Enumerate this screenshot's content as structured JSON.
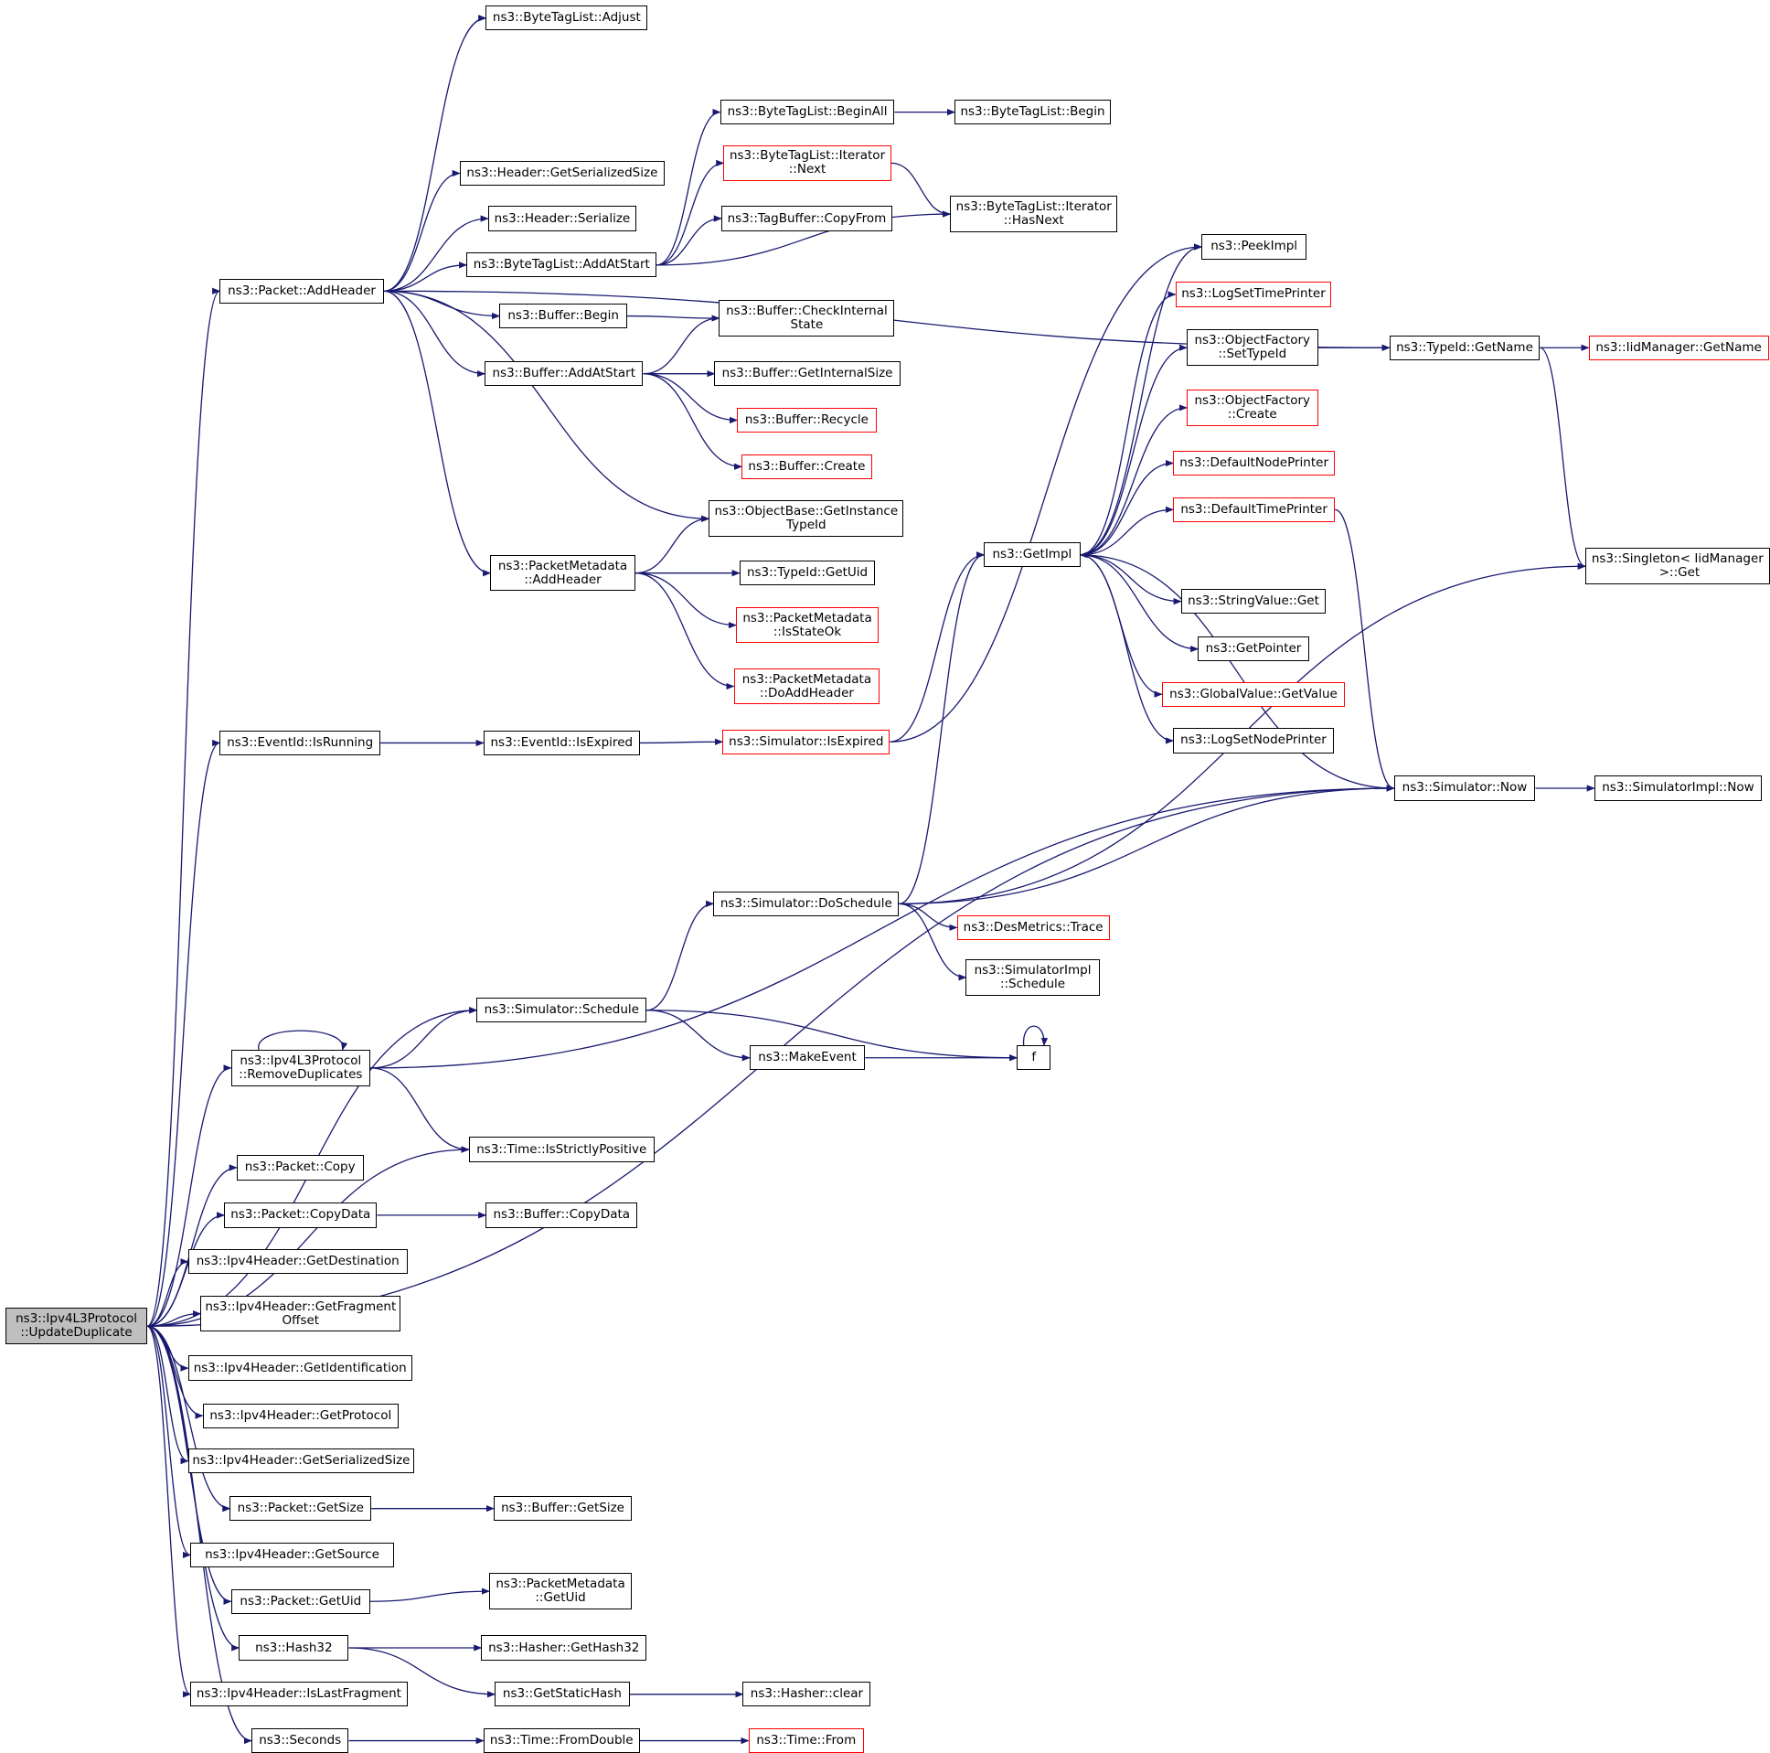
{
  "diagram": {
    "title": "",
    "colors": {
      "edge": "#191970",
      "node_border": "#000000",
      "truncated_border": "#ff0000",
      "root_fill": "#bfbfbf",
      "background": "#ffffff"
    },
    "nodes": [
      {
        "id": "root",
        "label": "ns3::Ipv4L3Protocol\n::UpdateDuplicate",
        "style": "root"
      },
      {
        "id": "adjust",
        "label": "ns3::ByteTagList::Adjust",
        "style": "normal"
      },
      {
        "id": "hgss",
        "label": "ns3::Header::GetSerializedSize",
        "style": "normal"
      },
      {
        "id": "hser",
        "label": "ns3::Header::Serialize",
        "style": "normal"
      },
      {
        "id": "pah",
        "label": "ns3::Packet::AddHeader",
        "style": "normal"
      },
      {
        "id": "btlbeginall",
        "label": "ns3::ByteTagList::BeginAll",
        "style": "normal"
      },
      {
        "id": "btlbegin",
        "label": "ns3::ByteTagList::Begin",
        "style": "normal"
      },
      {
        "id": "btlnext",
        "label": "ns3::ByteTagList::Iterator\n::Next",
        "style": "red"
      },
      {
        "id": "tbcopy",
        "label": "ns3::TagBuffer::CopyFrom",
        "style": "normal"
      },
      {
        "id": "btlhasnext",
        "label": "ns3::ByteTagList::Iterator\n::HasNext",
        "style": "normal"
      },
      {
        "id": "btladd",
        "label": "ns3::ByteTagList::AddAtStart",
        "style": "normal"
      },
      {
        "id": "bbegin",
        "label": "ns3::Buffer::Begin",
        "style": "normal"
      },
      {
        "id": "bcheck",
        "label": "ns3::Buffer::CheckInternal\nState",
        "style": "normal"
      },
      {
        "id": "badd",
        "label": "ns3::Buffer::AddAtStart",
        "style": "normal"
      },
      {
        "id": "bgis",
        "label": "ns3::Buffer::GetInternalSize",
        "style": "normal"
      },
      {
        "id": "brecycle",
        "label": "ns3::Buffer::Recycle",
        "style": "red"
      },
      {
        "id": "bcreate",
        "label": "ns3::Buffer::Create",
        "style": "red"
      },
      {
        "id": "obgit",
        "label": "ns3::ObjectBase::GetInstance\nTypeId",
        "style": "normal"
      },
      {
        "id": "pmah",
        "label": "ns3::PacketMetadata\n::AddHeader",
        "style": "normal"
      },
      {
        "id": "tidgetuid",
        "label": "ns3::TypeId::GetUid",
        "style": "normal"
      },
      {
        "id": "pmisok",
        "label": "ns3::PacketMetadata\n::IsStateOk",
        "style": "red"
      },
      {
        "id": "pmdoadd",
        "label": "ns3::PacketMetadata\n::DoAddHeader",
        "style": "red"
      },
      {
        "id": "peekimpl",
        "label": "ns3::PeekImpl",
        "style": "normal"
      },
      {
        "id": "logstp",
        "label": "ns3::LogSetTimePrinter",
        "style": "red"
      },
      {
        "id": "ofsettid",
        "label": "ns3::ObjectFactory\n::SetTypeId",
        "style": "normal"
      },
      {
        "id": "ofcreate",
        "label": "ns3::ObjectFactory\n::Create",
        "style": "red"
      },
      {
        "id": "dnp",
        "label": "ns3::DefaultNodePrinter",
        "style": "red"
      },
      {
        "id": "dtp",
        "label": "ns3::DefaultTimePrinter",
        "style": "red"
      },
      {
        "id": "getimpl",
        "label": "ns3::GetImpl",
        "style": "normal"
      },
      {
        "id": "svget",
        "label": "ns3::StringValue::Get",
        "style": "normal"
      },
      {
        "id": "getptr",
        "label": "ns3::GetPointer",
        "style": "normal"
      },
      {
        "id": "gvget",
        "label": "ns3::GlobalValue::GetValue",
        "style": "red"
      },
      {
        "id": "lsnp",
        "label": "ns3::LogSetNodePrinter",
        "style": "normal"
      },
      {
        "id": "tidgetname",
        "label": "ns3::TypeId::GetName",
        "style": "normal"
      },
      {
        "id": "iidgetname",
        "label": "ns3::IidManager::GetName",
        "style": "red"
      },
      {
        "id": "singleton",
        "label": "ns3::Singleton< IidManager\n >::Get",
        "style": "normal"
      },
      {
        "id": "evrun",
        "label": "ns3::EventId::IsRunning",
        "style": "normal"
      },
      {
        "id": "evexp",
        "label": "ns3::EventId::IsExpired",
        "style": "normal"
      },
      {
        "id": "simexp",
        "label": "ns3::Simulator::IsExpired",
        "style": "red"
      },
      {
        "id": "simnow",
        "label": "ns3::Simulator::Now",
        "style": "normal"
      },
      {
        "id": "simimplnow",
        "label": "ns3::SimulatorImpl::Now",
        "style": "normal"
      },
      {
        "id": "doschedule",
        "label": "ns3::Simulator::DoSchedule",
        "style": "normal"
      },
      {
        "id": "desmetrics",
        "label": "ns3::DesMetrics::Trace",
        "style": "red"
      },
      {
        "id": "simimplsched",
        "label": "ns3::SimulatorImpl\n::Schedule",
        "style": "normal"
      },
      {
        "id": "simsched",
        "label": "ns3::Simulator::Schedule",
        "style": "normal"
      },
      {
        "id": "makeevent",
        "label": "ns3::MakeEvent",
        "style": "normal"
      },
      {
        "id": "f",
        "label": "f",
        "style": "normal"
      },
      {
        "id": "removedup",
        "label": "ns3::Ipv4L3Protocol\n::RemoveDuplicates",
        "style": "normal"
      },
      {
        "id": "isstrict",
        "label": "ns3::Time::IsStrictlyPositive",
        "style": "normal"
      },
      {
        "id": "pcopy",
        "label": "ns3::Packet::Copy",
        "style": "normal"
      },
      {
        "id": "pcopydata",
        "label": "ns3::Packet::CopyData",
        "style": "normal"
      },
      {
        "id": "bcopydata",
        "label": "ns3::Buffer::CopyData",
        "style": "normal"
      },
      {
        "id": "ipgetdest",
        "label": "ns3::Ipv4Header::GetDestination",
        "style": "normal"
      },
      {
        "id": "ipgetfrag",
        "label": "ns3::Ipv4Header::GetFragment\nOffset",
        "style": "normal"
      },
      {
        "id": "ipgetid",
        "label": "ns3::Ipv4Header::GetIdentification",
        "style": "normal"
      },
      {
        "id": "ipgetproto",
        "label": "ns3::Ipv4Header::GetProtocol",
        "style": "normal"
      },
      {
        "id": "ipgetss",
        "label": "ns3::Ipv4Header::GetSerializedSize",
        "style": "normal"
      },
      {
        "id": "pgetsize",
        "label": "ns3::Packet::GetSize",
        "style": "normal"
      },
      {
        "id": "bgetsize",
        "label": "ns3::Buffer::GetSize",
        "style": "normal"
      },
      {
        "id": "ipgetsrc",
        "label": "ns3::Ipv4Header::GetSource",
        "style": "normal"
      },
      {
        "id": "pgetuid",
        "label": "ns3::Packet::GetUid",
        "style": "normal"
      },
      {
        "id": "pmgetuid",
        "label": "ns3::PacketMetadata\n::GetUid",
        "style": "normal"
      },
      {
        "id": "hash32",
        "label": "ns3::Hash32",
        "style": "normal"
      },
      {
        "id": "hgethash32",
        "label": "ns3::Hasher::GetHash32",
        "style": "normal"
      },
      {
        "id": "getstatichash",
        "label": "ns3::GetStaticHash",
        "style": "normal"
      },
      {
        "id": "hclear",
        "label": "ns3::Hasher::clear",
        "style": "normal"
      },
      {
        "id": "iplastfrag",
        "label": "ns3::Ipv4Header::IsLastFragment",
        "style": "normal"
      },
      {
        "id": "seconds",
        "label": "ns3::Seconds",
        "style": "normal"
      },
      {
        "id": "fromdouble",
        "label": "ns3::Time::FromDouble",
        "style": "normal"
      },
      {
        "id": "timefrom",
        "label": "ns3::Time::From",
        "style": "red"
      }
    ],
    "edges": [
      [
        "root",
        "pah"
      ],
      [
        "root",
        "evrun"
      ],
      [
        "root",
        "simnow"
      ],
      [
        "root",
        "simsched"
      ],
      [
        "root",
        "removedup"
      ],
      [
        "root",
        "isstrict"
      ],
      [
        "root",
        "pcopy"
      ],
      [
        "root",
        "pcopydata"
      ],
      [
        "root",
        "ipgetdest"
      ],
      [
        "root",
        "ipgetfrag"
      ],
      [
        "root",
        "ipgetid"
      ],
      [
        "root",
        "ipgetproto"
      ],
      [
        "root",
        "ipgetss"
      ],
      [
        "root",
        "pgetsize"
      ],
      [
        "root",
        "ipgetsrc"
      ],
      [
        "root",
        "pgetuid"
      ],
      [
        "root",
        "hash32"
      ],
      [
        "root",
        "iplastfrag"
      ],
      [
        "root",
        "seconds"
      ],
      [
        "pah",
        "adjust"
      ],
      [
        "pah",
        "tidgetname"
      ],
      [
        "pah",
        "hgss"
      ],
      [
        "pah",
        "hser"
      ],
      [
        "pah",
        "btladd"
      ],
      [
        "pah",
        "bbegin"
      ],
      [
        "pah",
        "badd"
      ],
      [
        "pah",
        "obgit"
      ],
      [
        "pah",
        "pmah"
      ],
      [
        "btladd",
        "btlbeginall"
      ],
      [
        "btladd",
        "btlnext"
      ],
      [
        "btladd",
        "tbcopy"
      ],
      [
        "btladd",
        "btlhasnext"
      ],
      [
        "btlbeginall",
        "btlbegin"
      ],
      [
        "btlnext",
        "btlhasnext"
      ],
      [
        "bbegin",
        "bcheck"
      ],
      [
        "badd",
        "bcheck"
      ],
      [
        "badd",
        "bgis"
      ],
      [
        "badd",
        "brecycle"
      ],
      [
        "badd",
        "bcreate"
      ],
      [
        "pmah",
        "obgit"
      ],
      [
        "pmah",
        "tidgetuid"
      ],
      [
        "pmah",
        "pmisok"
      ],
      [
        "pmah",
        "pmdoadd"
      ],
      [
        "evrun",
        "evexp"
      ],
      [
        "evexp",
        "simexp"
      ],
      [
        "simexp",
        "peekimpl"
      ],
      [
        "simexp",
        "getimpl"
      ],
      [
        "getimpl",
        "peekimpl"
      ],
      [
        "getimpl",
        "logstp"
      ],
      [
        "getimpl",
        "ofsettid"
      ],
      [
        "getimpl",
        "ofcreate"
      ],
      [
        "getimpl",
        "dnp"
      ],
      [
        "getimpl",
        "dtp"
      ],
      [
        "getimpl",
        "svget"
      ],
      [
        "getimpl",
        "getptr"
      ],
      [
        "getimpl",
        "gvget"
      ],
      [
        "getimpl",
        "lsnp"
      ],
      [
        "ofsettid",
        "tidgetname"
      ],
      [
        "tidgetname",
        "iidgetname"
      ],
      [
        "tidgetname",
        "singleton"
      ],
      [
        "dtp",
        "simnow"
      ],
      [
        "simnow",
        "getimpl"
      ],
      [
        "simnow",
        "simimplnow"
      ],
      [
        "doschedule",
        "getimpl"
      ],
      [
        "doschedule",
        "simnow"
      ],
      [
        "doschedule",
        "singleton"
      ],
      [
        "doschedule",
        "desmetrics"
      ],
      [
        "doschedule",
        "simimplsched"
      ],
      [
        "simsched",
        "doschedule"
      ],
      [
        "simsched",
        "makeevent"
      ],
      [
        "simsched",
        "f"
      ],
      [
        "makeevent",
        "f"
      ],
      [
        "f",
        "f"
      ],
      [
        "removedup",
        "removedup"
      ],
      [
        "removedup",
        "simsched"
      ],
      [
        "removedup",
        "isstrict"
      ],
      [
        "removedup",
        "simnow"
      ],
      [
        "pcopydata",
        "bcopydata"
      ],
      [
        "pgetsize",
        "bgetsize"
      ],
      [
        "pgetuid",
        "pmgetuid"
      ],
      [
        "hash32",
        "hgethash32"
      ],
      [
        "hash32",
        "getstatichash"
      ],
      [
        "getstatichash",
        "hclear"
      ],
      [
        "seconds",
        "fromdouble"
      ],
      [
        "fromdouble",
        "timefrom"
      ]
    ]
  }
}
